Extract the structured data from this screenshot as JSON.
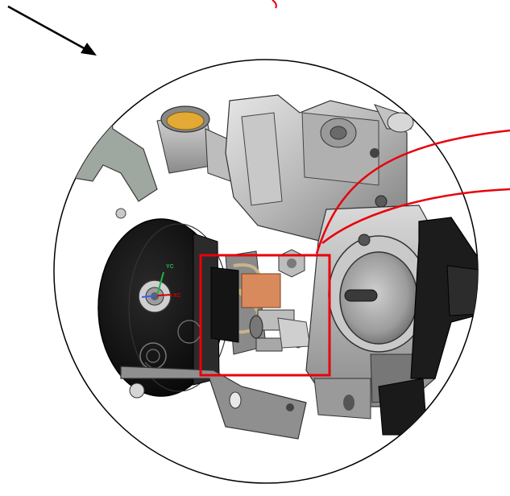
{
  "diagram": {
    "subject": "throttle-body-assembly",
    "axis_labels": {
      "y": "YC",
      "x": "XC"
    },
    "colors": {
      "outline": "#000000",
      "callout": "#e8000b",
      "metal_light": "#d2d2d2",
      "metal_mid": "#a9a9a9",
      "metal_dark": "#6f6f6f",
      "black_part": "#111111",
      "copper": "#d98a5c",
      "brass": "#c9962e",
      "axis_x": "#3a5cff",
      "axis_y": "#22b14c",
      "axis_xc": "#d00000"
    }
  }
}
